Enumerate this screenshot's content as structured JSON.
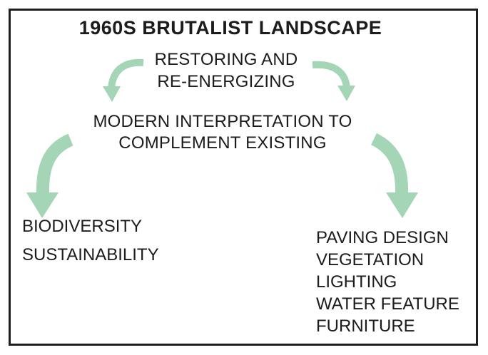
{
  "title": "1960S BRUTALIST LANDSCAPE",
  "flow": {
    "top_node": {
      "line1": "RESTORING AND",
      "line2": "RE-ENERGIZING"
    },
    "middle_node": {
      "line1": "MODERN INTERPRETATION TO",
      "line2": "COMPLEMENT EXISTING"
    },
    "left_outcomes": [
      "BIODIVERSITY",
      "SUSTAINABILITY"
    ],
    "right_outcomes": [
      "PAVING DESIGN",
      "VEGETATION",
      "LIGHTING",
      "WATER FEATURE",
      "FURNITURE"
    ]
  },
  "icons": {
    "arrow_top_left": "curved-arrow-down-left",
    "arrow_top_right": "curved-arrow-down-right",
    "arrow_big_left": "curved-arrow-down-left-large",
    "arrow_big_right": "curved-arrow-down-right-large"
  },
  "colors": {
    "arrow": "#a3d5b6",
    "border": "#1f1f1f",
    "text": "#1c1c1c"
  }
}
